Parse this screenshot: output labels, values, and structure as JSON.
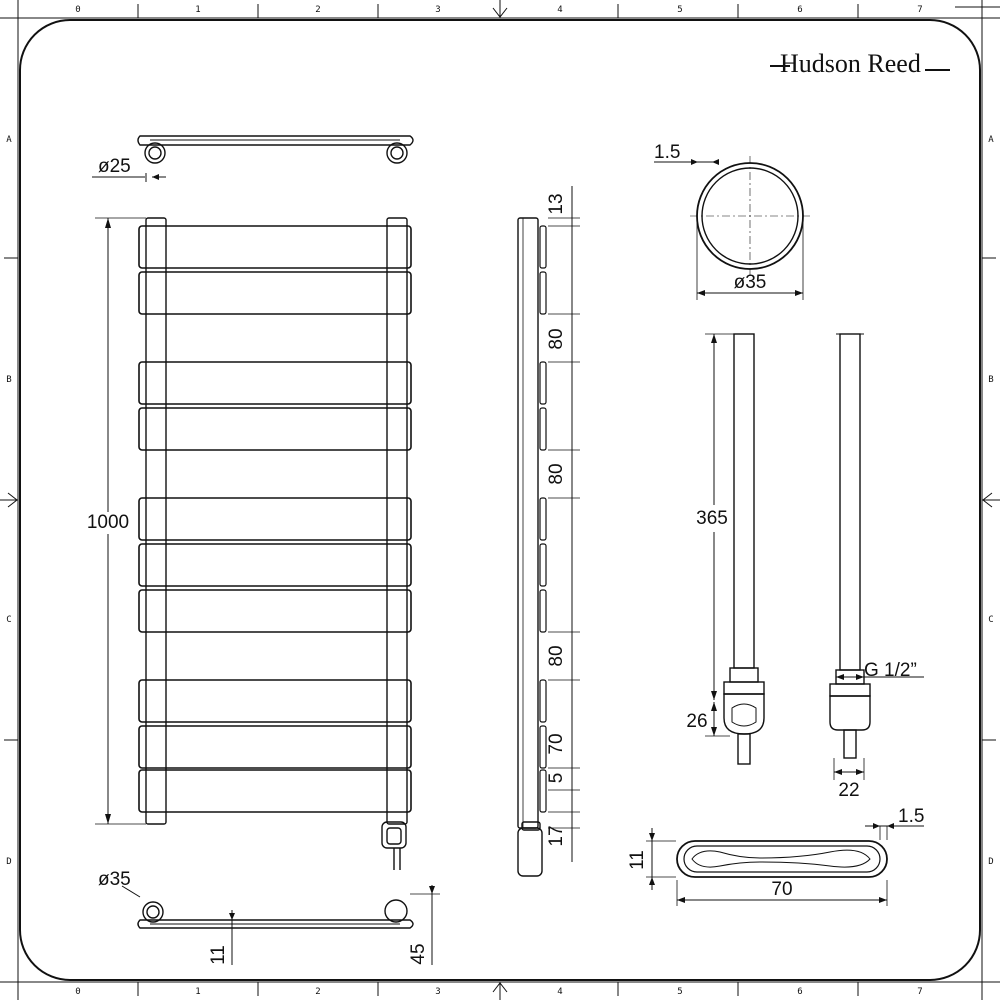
{
  "brand": "Hudson Reed",
  "grid": {
    "columns": [
      "0",
      "1",
      "2",
      "3",
      "4",
      "5",
      "6",
      "7"
    ],
    "rows": [
      "A",
      "B",
      "C",
      "D"
    ]
  },
  "dimensions": {
    "top_pipe_diameter": "ø25",
    "height": "1000",
    "bottom_pipe_diameter": "ø35",
    "bottom_offset_11": "11",
    "bottom_depth_45": "45",
    "side_top_13": "13",
    "side_gap_80_a": "80",
    "side_gap_80_b": "80",
    "side_gap_80_c": "80",
    "side_70": "70",
    "side_5": "5",
    "side_17": "17",
    "tube_wall": "1.5",
    "tube_diameter": "ø35",
    "element_length": "365",
    "element_head": "26",
    "thread": "G 1/2”",
    "element_width": "22",
    "flat_wall": "1.5",
    "flat_height": "11",
    "flat_width": "70"
  },
  "colors": {
    "line": "#111111",
    "paper": "#ffffff"
  }
}
